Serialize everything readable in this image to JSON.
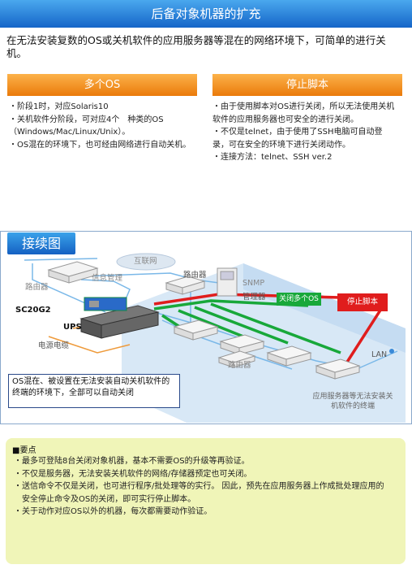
{
  "header": {
    "title": "后备对象机器的扩充"
  },
  "intro": "在无法安装复数的OS或关机软件的应用服务器等混在的网络环境下，可简单的进行关机。",
  "columns": {
    "left": {
      "heading": "多个OS",
      "items": [
        "・阶段1时，对应Solaris10",
        "・关机软件分阶段，可对应4个　种类的OS",
        "（Windows/Mac/Linux/Unix）。",
        "・OS混在的环境下，也可经由网络进行自动关机。"
      ]
    },
    "right": {
      "heading": "停止脚本",
      "items": [
        "・由于使用脚本对OS进行关闭，所以无法使用关机",
        "软件的应用服务器也可安全的进行关闭。",
        "・不仅是telnet，由于使用了SSH电脑可自动登",
        "录，可在安全的环境下进行关闭动作。",
        "・连接方法：telnet、SSH ver.2"
      ]
    }
  },
  "diagram": {
    "tab_title": "接续图",
    "labels": {
      "internet": "互联网",
      "router_top": "路由器",
      "router_left": "路由器",
      "info_mgmt": "信息管理",
      "snmp_1": "SNMP",
      "snmp_2": "管理器",
      "model": "SC20G2",
      "ups": "UPS",
      "power_cable": "电源电缆",
      "router_bottom": "路由器",
      "lan": "LAN"
    },
    "tag_green": "关闭多个OS",
    "tag_red": "停止脚本",
    "callout": "OS混在、被设置在无法安装自动关机软件的终端的环境下，全部可以自动关闭",
    "end_label": "应用服务器等无法安装关机软件的终端",
    "colors": {
      "green": "#18a83a",
      "red": "#e01d1d",
      "lan_blue": "#7ab8e8",
      "floor": "#d8e8f6"
    }
  },
  "notes": {
    "title": "■要点",
    "items": [
      "・最多可登陆8台关闭对象机器，基本不需要OS的升级等再验证。",
      "・不仅是服务器，无法安装关机软件的网络/存储器预定也可关闭。",
      "・送信命令不仅是关闭，也可进行程序/批处理等的实行。 因此，预先在应用服务器上作成批处理应用的",
      "　安全停止命令及OS的关闭，即可实行停止脚本。",
      "・关于动作对应OS以外的机器，每次都需要动作验证。"
    ]
  }
}
